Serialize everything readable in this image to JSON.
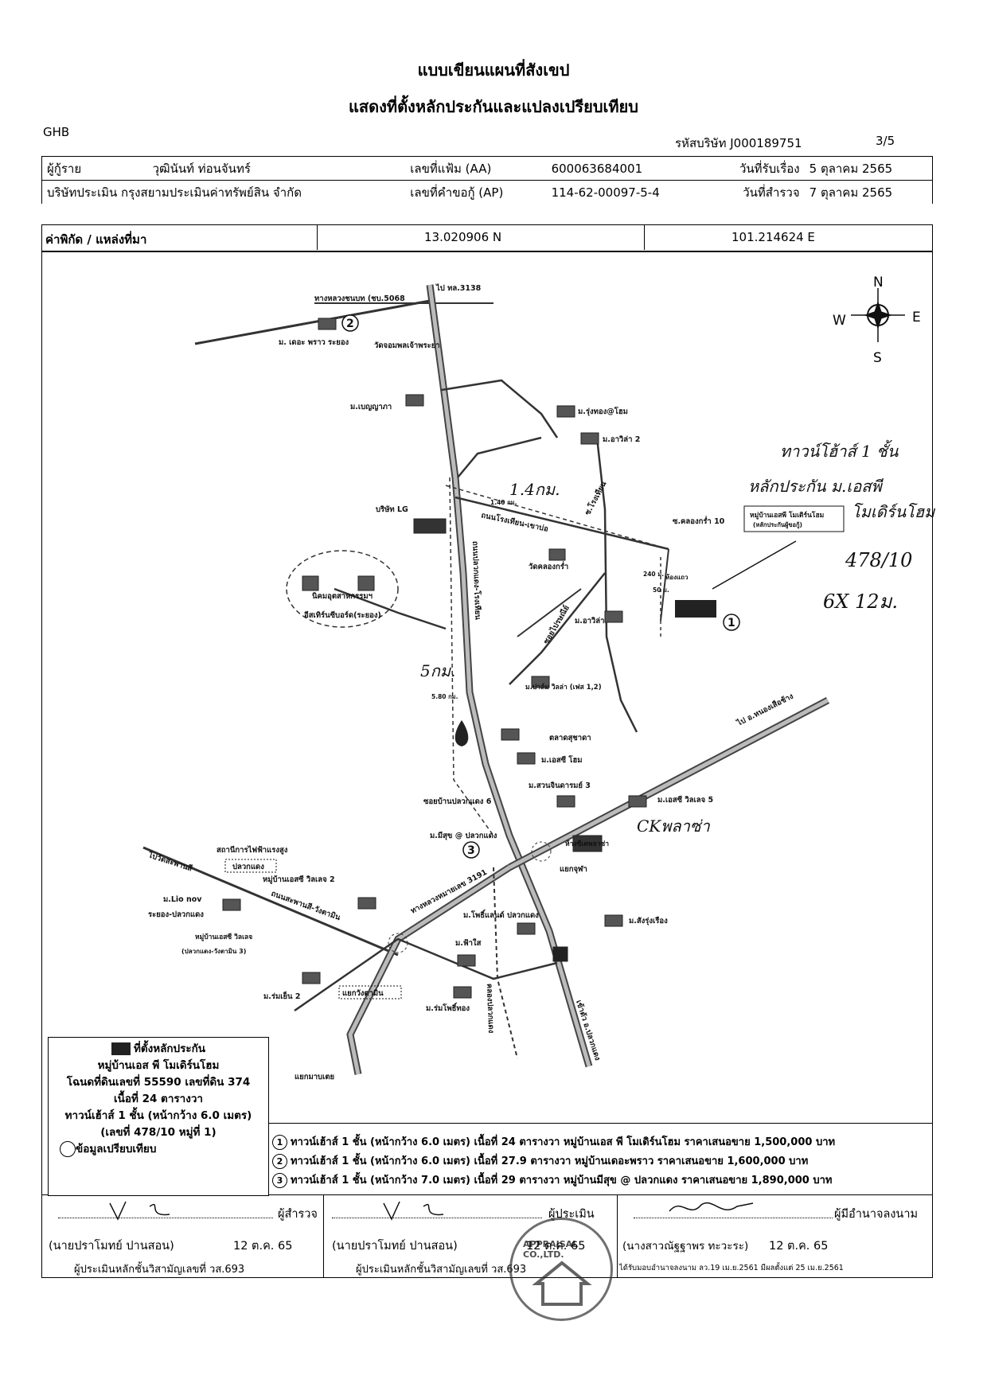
{
  "header": {
    "title1": "แบบเขียนแผนที่สังเขป",
    "title2": "แสดงที่ตั้งหลักประกันและแปลงเปรียบเทียบ",
    "bank": "GHB",
    "company_code": "รหัสบริษัท J000189751",
    "page": "3/5"
  },
  "info": {
    "borrower_label": "ผู้กู้ราย",
    "borrower_name": "วุฒินันท์ ท่อนจันทร์",
    "file_no_label": "เลขที่แฟ้ม (AA)",
    "file_no": "600063684001",
    "received_label": "วันที่รับเรื่อง",
    "received_date": "5 ตุลาคม 2565",
    "appraiser_company": "บริษัทประเมิน กรุงสยามประเมินค่าทรัพย์สิน จำกัด",
    "request_no_label": "เลขที่คำขอกู้ (AP)",
    "request_no": "114-62-00097-5-4",
    "survey_label": "วันที่สำรวจ",
    "survey_date": "7 ตุลาคม 2565",
    "coord_label": "ค่าพิกัด / แหล่งที่มา",
    "lat": "13.020906 N",
    "lon": "101.214624 E"
  },
  "map": {
    "compass": {
      "n": "N",
      "s": "S",
      "e": "E",
      "w": "W"
    },
    "labels": {
      "to_3138": "ไป ทล.3138",
      "rural_road": "ทางหลวงชนบท (ชบ.5068",
      "m_the_palm": "ม. เดอะ พราว ระยอง",
      "wat_chom": "วัดจอมพลเจ้าพระยา",
      "m_benya": "ม.เบญญาภา",
      "m_rungthong": "ม.รุ่งทอง@โฮม",
      "m_avilla2_top": "ม.อาวิล่า 2",
      "lg": "บริษัท LG",
      "dist_14": "1.4กม.",
      "dist_14_small": "1.40 กม.",
      "road_rongtiam": "ถนนโรงเทียน-เขาบ่อ",
      "soi_rongtiam": "ซ.โรงเทียน",
      "khlong_kra": "ซ.คลองกร่ำ 10",
      "subject_box1": "หมู่บ้านเอสพี โมเดิร์นโฮม",
      "subject_box2": "(หลักประกันผู้ขอกู้)",
      "industrial1": "นิคมอุตสาหกรรมฯ",
      "industrial2": "อีสเทิร์นซีบอร์ด(ระยอง)",
      "wat_khlong": "วัดคลองกร่ำ",
      "dist_240": "240 ม.",
      "dist_50": "50 ม.",
      "hospital": "ห้องแถว",
      "avilla": "ม.อาวิล่า",
      "soi_wipasu": "ซอยไปรษณีย์",
      "road_pluakdaeng": "ถนนปลวกแดง-โรงเทียน",
      "dist_5": "5กม.",
      "dist_5_small": "5.80 กม.",
      "m_palm": "ม.ปาล์ม วิลล่า (เฟส 1,2)",
      "to_nongsue": "ไป อ.หนองเสือช้าง",
      "market": "ตลาดสุชาดา",
      "m_esc_home": "ม.เอสซี โฮม",
      "m_suan": "ม.สวนจินดารมย์ 3",
      "m_esc5": "ม.เอสซี วิลเลจ 5",
      "soi_pluak6": "ซอยบ้านปลวกแดง 6",
      "m_misuk": "ม.มีสุข @ ปลวกแดง",
      "ck": "CKพลาซ่า",
      "ck_small": "ห้างซีเคพลาซ่า",
      "to_wat": "ไปวัดสะพานสี",
      "power": "สถานีการไฟฟ้าแรงสูง",
      "power2": "ปลวกแดง",
      "esc2": "หมู่บ้านเอสซี วิลเลจ 2",
      "junction_nong": "แยกจุฬา",
      "road_saphan": "ถนนสะพานสี-วังตามิน",
      "highway_3191": "ทางหลวงหมายเลข 3191",
      "m_lionov1": "ม.Lio nov",
      "m_lionov2": "ระยอง-ปลวกแดง",
      "m_esc3a": "หมู่บ้านเอสซี วิลเลจ",
      "m_esc3b": "(ปลวกแดง-วังตามิน 3)",
      "m_pleasant": "ม.โพธิ์แลนด์ ปลวกแดง",
      "m_fasai": "ม.ฟ้าใส",
      "m_sangrueng": "ม.สังรุ่งเรือง",
      "m_romyen": "ม.ร่มเย็น 2",
      "junction_wang": "แยกวังตามิน",
      "m_rompo": "ม.ร่มโพธิ์ทอง",
      "khlong": "คลองปลวกแดง",
      "to_pluak": "เข้าตัว อ.ปลวกแดง",
      "junction_mab": "แยกมาบเตย",
      "hand_note1": "ทาวน์โฮ้าส์ 1 ชั้น",
      "hand_note2": "หลักประกัน ม.เอสพี",
      "hand_note3": "โมเดิร์นโฮม",
      "hand_note4": "478/10",
      "hand_note5": "6X 12ม.",
      "marker1": "1",
      "marker2": "2",
      "marker3": "3"
    }
  },
  "legend": {
    "subject_label": "ที่ตั้งหลักประกัน",
    "village": "หมู่บ้านเอส พี โมเดิร์นโฮม",
    "deed": "โฉนดที่ดินเลขที่ 55590 เลขที่ดิน 374",
    "area": "เนื้อที่ 24 ตารางวา",
    "type": "ทาวน์เฮ้าส์ 1 ชั้น (หน้ากว้าง 6.0 เมตร)",
    "house_no": "(เลขที่ 478/10 หมู่ที่ 1)",
    "compare_label": "ข้อมูลเปรียบเทียบ"
  },
  "comparables": [
    {
      "no": "1",
      "text": "ทาวน์เฮ้าส์ 1 ชั้น (หน้ากว้าง 6.0 เมตร) เนื้อที่ 24 ตารางวา หมู่บ้านเอส พี โมเดิร์นโฮม ราคาเสนอขาย 1,500,000 บาท"
    },
    {
      "no": "2",
      "text": "ทาวน์เฮ้าส์ 1 ชั้น (หน้ากว้าง 6.0 เมตร) เนื้อที่ 27.9 ตารางวา หมู่บ้านเดอะพราว ราคาเสนอขาย 1,600,000 บาท"
    },
    {
      "no": "3",
      "text": "ทาวน์เฮ้าส์ 1 ชั้น (หน้ากว้าง 7.0 เมตร) เนื้อที่ 29 ตารางวา หมู่บ้านมีสุข @ ปลวกแดง ราคาเสนอขาย 1,890,000 บาท"
    }
  ],
  "signatures": {
    "surveyor_role": "ผู้สำรวจ",
    "surveyor_name": "(นายปราโมทย์ ปานสอน)",
    "surveyor_date": "12 ต.ค. 65",
    "surveyor_license": "ผู้ประเมินหลักชั้นวิสามัญเลขที่ วส.693",
    "appraiser_role": "ผู้ประเมิน",
    "appraiser_name": "(นายปราโมทย์ ปานสอน)",
    "appraiser_date": "12 ต.ค. 65",
    "appraiser_license": "ผู้ประเมินหลักชั้นวิสามัญเลขที่ วส.693",
    "signer_role": "ผู้มีอำนาจลงนาม",
    "signer_name": "(นางสาวณัฐฐาพร ทะวะระ)",
    "signer_date": "12 ต.ค. 65",
    "signer_note": "ได้รับมอบอำนาจลงนาม ลว.19 เม.ย.2561 มีผลตั้งแต่ 25 เม.ย.2561",
    "stamp_text": "APPRAISAL CO.,LTD."
  }
}
